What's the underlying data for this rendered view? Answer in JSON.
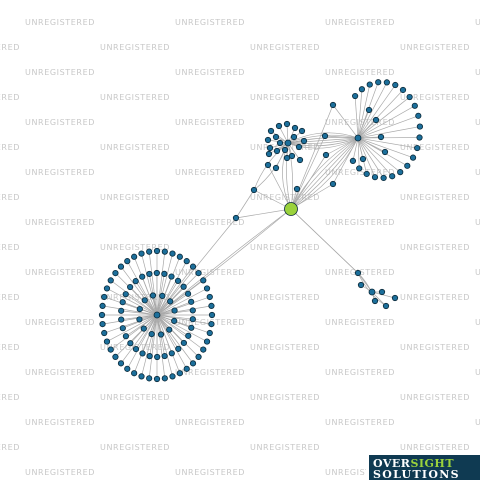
{
  "watermark_text": "UNREGISTERED",
  "colors": {
    "background": "#ffffff",
    "edge": "#a9a9a9",
    "node_fill": "#1c6f9b",
    "node_stroke": "#0b2a3a",
    "center_node_fill": "#9ad23c",
    "watermark_text": "#c8c8c8",
    "logo_background": "#0f3a52",
    "logo_accent": "#9ad23c"
  },
  "logo": {
    "word_1": "OVER",
    "word_2": "SIGHT",
    "word_3": "SOLUTIONS"
  }
}
